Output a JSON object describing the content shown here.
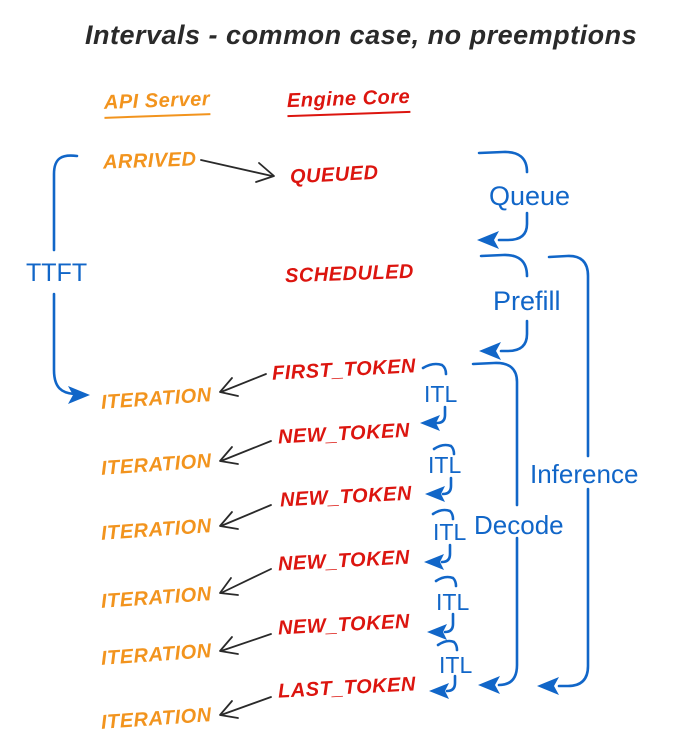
{
  "title": "Intervals - common case, no preemptions",
  "columns": {
    "api_server": "API Server",
    "engine_core": "Engine Core"
  },
  "events": {
    "arrived": "ARRIVED",
    "queued": "QUEUED",
    "scheduled": "SCHEDULED",
    "first_token": "FIRST_TOKEN",
    "new_token": "NEW_TOKEN",
    "last_token": "LAST_TOKEN",
    "iteration": "ITERATION"
  },
  "intervals": {
    "ttft": "TTFT",
    "queue": "Queue",
    "prefill": "Prefill",
    "itl": "ITL",
    "decode": "Decode",
    "inference": "Inference"
  },
  "counts": {
    "new_token_events": 4,
    "iteration_events": 6,
    "itl_intervals": 5
  },
  "colors": {
    "api_server_orange": "#F2941E",
    "engine_core_red": "#DC150F",
    "interval_blue": "#1166C8",
    "connector_ink": "#2a2a2a",
    "background": "#ffffff"
  }
}
